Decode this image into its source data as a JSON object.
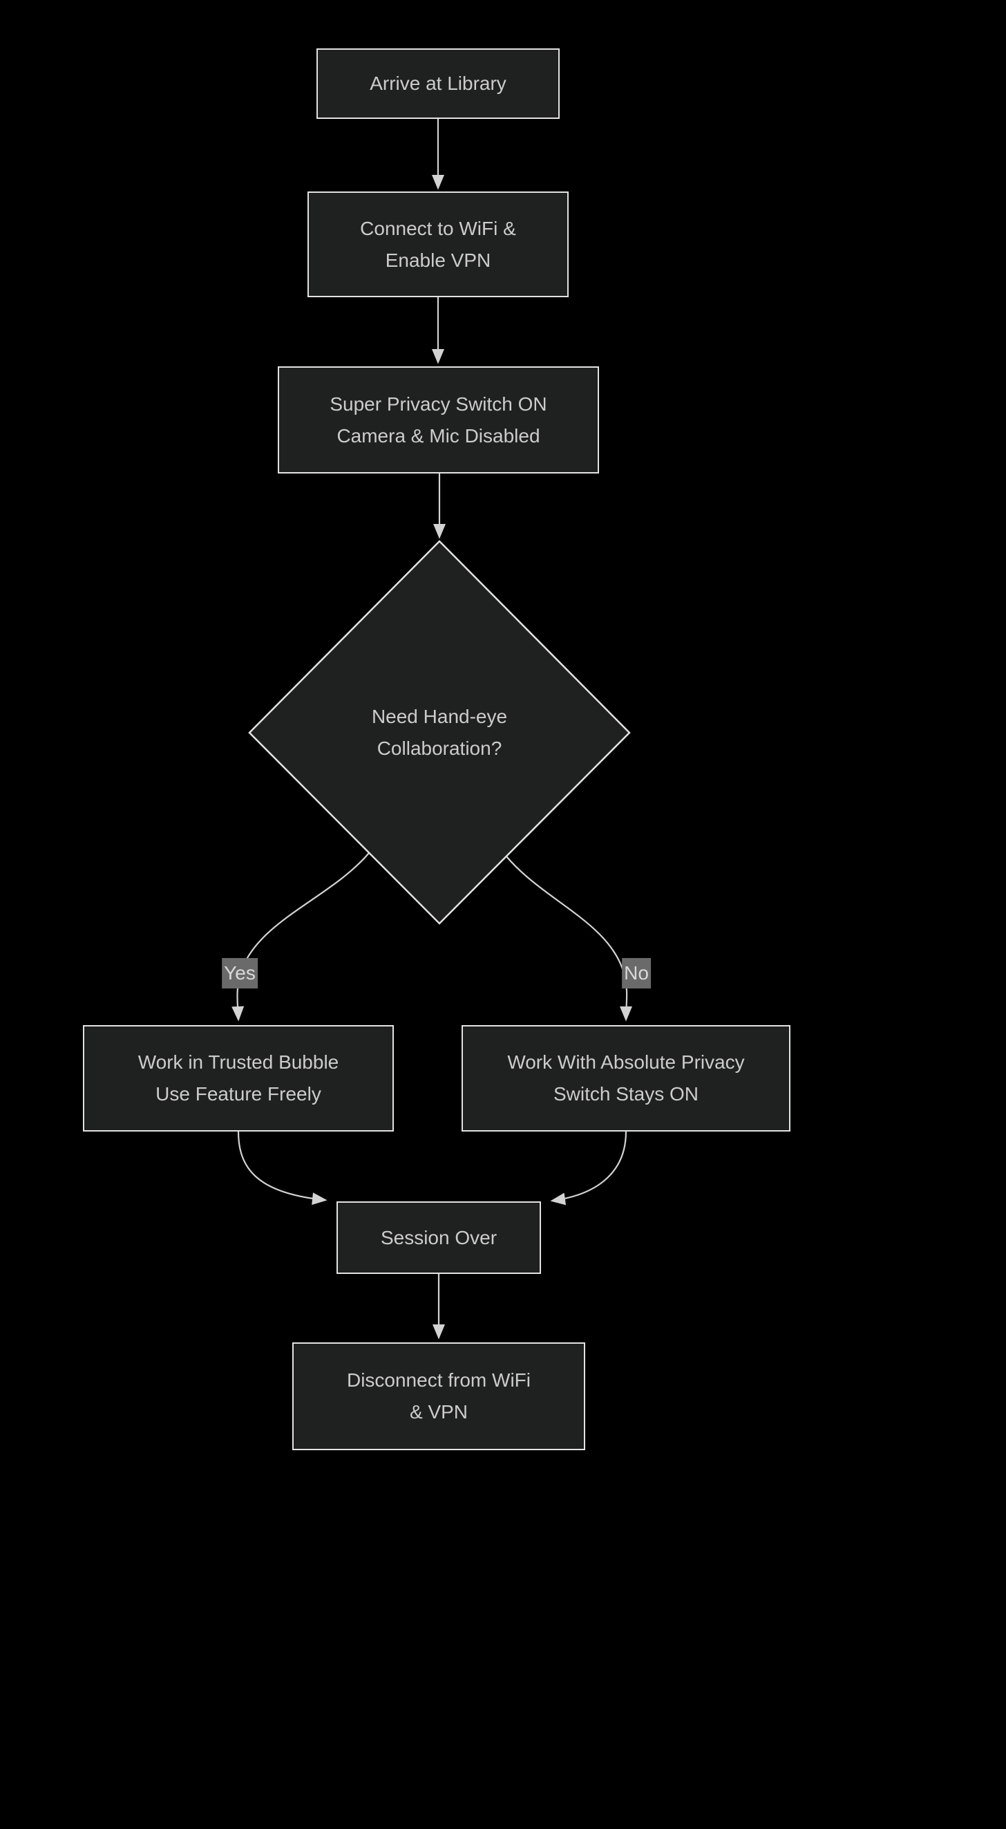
{
  "colors": {
    "background": "#000000",
    "node_fill": "#1f2020",
    "node_border": "#e3e3e3",
    "node_text": "#cccccc",
    "edge_line": "#d3d3d3",
    "edge_label_bg": "#6a6a6a",
    "edge_label_text": "#d9d9d9"
  },
  "diagram": {
    "type": "flowchart",
    "direction": "top-down",
    "nodes": {
      "arrive": {
        "shape": "rect",
        "line1": "Arrive at Library"
      },
      "connect": {
        "shape": "rect",
        "line1": "Connect to WiFi &",
        "line2": "Enable VPN"
      },
      "privacy": {
        "shape": "rect",
        "line1": "Super Privacy Switch ON",
        "line2": "Camera & Mic Disabled"
      },
      "decision": {
        "shape": "diamond",
        "line1": "Need Hand-eye",
        "line2": "Collaboration?"
      },
      "trusted": {
        "shape": "rect",
        "line1": "Work in Trusted Bubble",
        "line2": "Use Feature Freely"
      },
      "absolute": {
        "shape": "rect",
        "line1": "Work With Absolute Privacy",
        "line2": "Switch Stays ON"
      },
      "session": {
        "shape": "rect",
        "line1": "Session Over"
      },
      "disconnect": {
        "shape": "rect",
        "line1": "Disconnect from WiFi",
        "line2": "& VPN"
      }
    },
    "edge_labels": {
      "yes": "Yes",
      "no": "No"
    },
    "edges": [
      {
        "from": "arrive",
        "to": "connect",
        "label": ""
      },
      {
        "from": "connect",
        "to": "privacy",
        "label": ""
      },
      {
        "from": "privacy",
        "to": "decision",
        "label": ""
      },
      {
        "from": "decision",
        "to": "trusted",
        "label": "Yes"
      },
      {
        "from": "decision",
        "to": "absolute",
        "label": "No"
      },
      {
        "from": "trusted",
        "to": "session",
        "label": ""
      },
      {
        "from": "absolute",
        "to": "session",
        "label": ""
      },
      {
        "from": "session",
        "to": "disconnect",
        "label": ""
      }
    ]
  }
}
